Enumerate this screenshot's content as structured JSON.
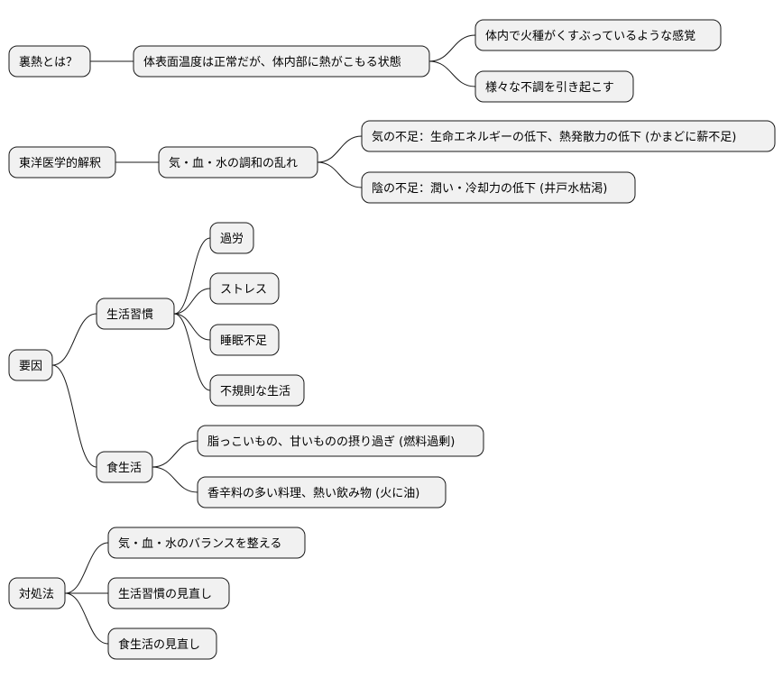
{
  "diagram": {
    "branches": [
      {
        "label": "裏熱とは？",
        "children": [
          {
            "label": "体表面温度は正常だが、体内部に熱がこもる状態",
            "children": [
              {
                "label": "体内で火種がくすぶっているような感覚"
              },
              {
                "label": "様々な不調を引き起こす"
              }
            ]
          }
        ]
      },
      {
        "label": "東洋医学的解釈",
        "children": [
          {
            "label": "気・血・水の調和の乱れ",
            "children": [
              {
                "label": "気の不足：生命エネルギーの低下、熱発散力の低下 (かまどに薪不足)"
              },
              {
                "label": "陰の不足：潤い・冷却力の低下 (井戸水枯渇)"
              }
            ]
          }
        ]
      },
      {
        "label": "要因",
        "children": [
          {
            "label": "生活習慣",
            "children": [
              {
                "label": "過労"
              },
              {
                "label": "ストレス"
              },
              {
                "label": "睡眠不足"
              },
              {
                "label": "不規則な生活"
              }
            ]
          },
          {
            "label": "食生活",
            "children": [
              {
                "label": "脂っこいもの、甘いものの摂り過ぎ (燃料過剰)"
              },
              {
                "label": "香辛料の多い料理、熱い飲み物 (火に油)"
              }
            ]
          }
        ]
      },
      {
        "label": "対処法",
        "children": [
          {
            "label": "気・血・水のバランスを整える"
          },
          {
            "label": "生活習慣の見直し"
          },
          {
            "label": "食生活の見直し"
          }
        ]
      }
    ]
  }
}
